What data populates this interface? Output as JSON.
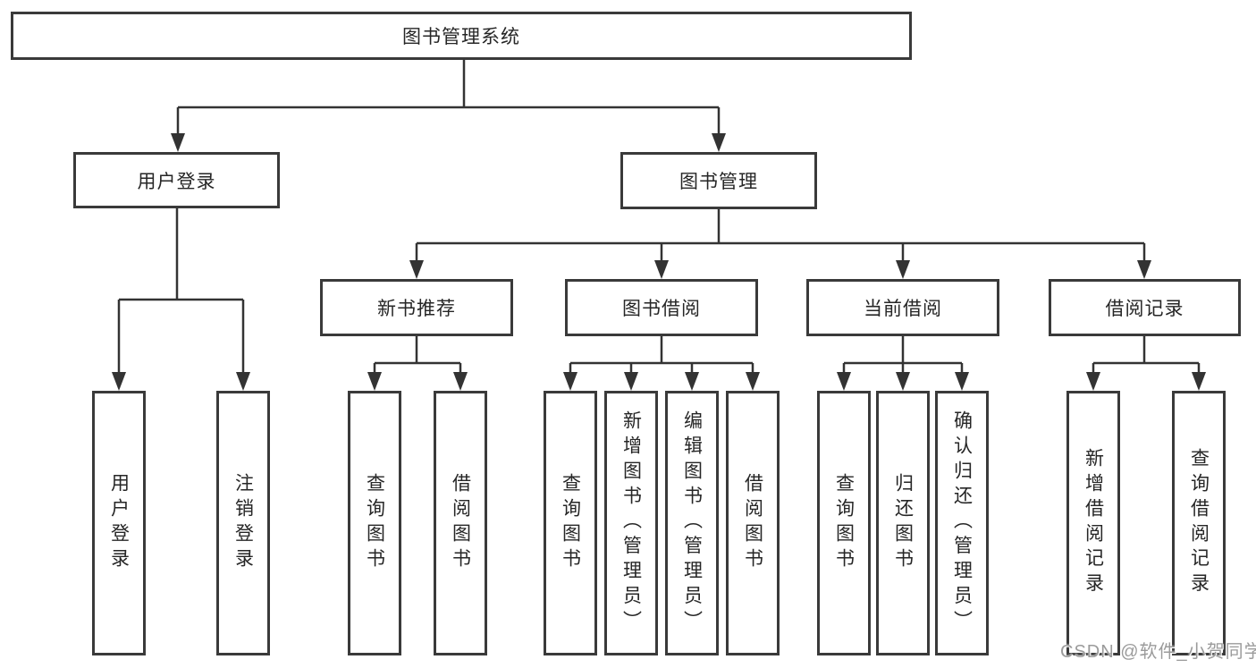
{
  "diagram_title": "图书管理系统",
  "watermark": "CSDN @软件_小贺同学",
  "colors": {
    "line": "#333333",
    "box_border": "#3a3a3a",
    "text": "#262626",
    "background": "#ffffff",
    "watermark": "#9b9b9b"
  },
  "nodes": {
    "root": "图书管理系统",
    "userLogin": "用户登录",
    "bookManagement": "图书管理",
    "newBookRecommend": "新书推荐",
    "bookBorrowing": "图书借阅",
    "currentBorrowing": "当前借阅",
    "borrowingRecords": "借阅记录"
  },
  "leaves": {
    "userLogin": [
      "用户登录",
      "注销登录"
    ],
    "newBookRecommend": [
      "查询图书",
      "借阅图书"
    ],
    "bookBorrowing": [
      "查询图书",
      "新增图书（管理员）",
      "编辑图书（管理员）",
      "借阅图书"
    ],
    "currentBorrowing": [
      "查询图书",
      "归还图书",
      "确认归还（管理员）"
    ],
    "borrowingRecords": [
      "新增借阅记录",
      "查询借阅记录"
    ]
  },
  "hierarchy": {
    "root": "图书管理系统",
    "children": [
      {
        "label": "用户登录",
        "children": [
          "用户登录",
          "注销登录"
        ]
      },
      {
        "label": "图书管理",
        "children": [
          {
            "label": "新书推荐",
            "children": [
              "查询图书",
              "借阅图书"
            ]
          },
          {
            "label": "图书借阅",
            "children": [
              "查询图书",
              "新增图书（管理员）",
              "编辑图书（管理员）",
              "借阅图书"
            ]
          },
          {
            "label": "当前借阅",
            "children": [
              "查询图书",
              "归还图书",
              "确认归还（管理员）"
            ]
          },
          {
            "label": "借阅记录",
            "children": [
              "新增借阅记录",
              "查询借阅记录"
            ]
          }
        ]
      }
    ]
  }
}
